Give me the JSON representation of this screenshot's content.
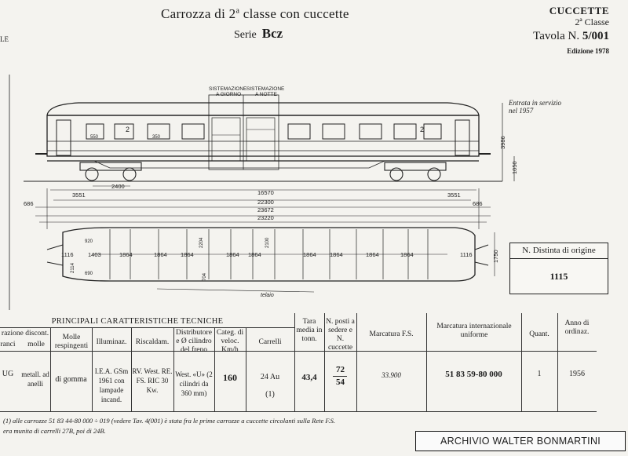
{
  "header": {
    "title_main": "Carrozza di 2",
    "title_sup": "a",
    "title_tail": " classe con cuccette",
    "serie_label": "Serie",
    "serie_code": "Bcz",
    "category": "CUCCETTE",
    "class_label": "2ª Classe",
    "tavola_label": "Tavola N.",
    "tavola_number": "5/001",
    "edizione": "Edizione 1978"
  },
  "left_edge_text": "LE",
  "drawing": {
    "sistemazione_giorno": [
      "SISTEMAZIONE",
      "A GIORNO"
    ],
    "sistemazione_notte": [
      "SISTEMAZIONE",
      "A NOTTE"
    ],
    "entrata": [
      "Entrata in servizio",
      "nel 1957"
    ],
    "class_marks": [
      "2",
      "2"
    ],
    "window_numbers": [
      "550",
      "350"
    ],
    "dims": {
      "bogie_dist": "2400",
      "overhang_left": "3551",
      "overhang_right": "3551",
      "pivot": "16570",
      "body": "22300",
      "buffers_a": "23672",
      "buffers_b": "23220",
      "end_left": "686",
      "end_right": "686",
      "height": "3986",
      "floor": "1050",
      "plan_width": "1750",
      "comp_widths": [
        "1864",
        "1864",
        "1864",
        "1864",
        "1864",
        "1864",
        "1864",
        "1864",
        "1864"
      ],
      "ends": [
        "1116",
        "1116"
      ],
      "side_left": [
        "1403",
        "920",
        "690",
        "2114"
      ],
      "inner": [
        "2204",
        "704",
        "2100"
      ]
    },
    "plan_label": "telaio"
  },
  "distinta": {
    "label": "N. Distinta di origine",
    "value": "1115"
  },
  "tech": {
    "title": "PRINCIPALI CARATTERISTICHE TECNICHE",
    "headers": {
      "sospensione_disc": "razione discont.",
      "franchi": "ranci",
      "molle": "molle",
      "respingenti": "Molle respingenti",
      "illuminaz": "Illuminaz.",
      "riscaldam": "Riscaldam.",
      "distributore": "Distributore e Ø cilindro del freno",
      "categ": "Categ. di veloc. Km/h",
      "carrelli": "Carrelli",
      "tara": "Tara media in tonn.",
      "posti": "N. posti a sedere e N. cuccette",
      "marcatura_fs": "Marcatura F.S.",
      "marcatura_int": "Marcatura internazionale uniforme",
      "quant": "Quant.",
      "anno": "Anno di ordinaz."
    },
    "values": {
      "franchi": "UG",
      "molle": "metall. ad anelli",
      "respingenti": "di gomma",
      "illuminaz": "I.E.A. GSm 1961 con lampade incand.",
      "riscaldam": "RV. West. RE. FS. RIC 30 Kw.",
      "distributore": "West. «U» (2 cilindri da 360 mm)",
      "categ": "160",
      "carrelli": "24 Au",
      "carrelli_note": "(1)",
      "tara": "43,4",
      "posti_sedere": "72",
      "posti_cuccette": "54",
      "marcatura_fs": "33.900",
      "marcatura_int": "51 83 59-80 000",
      "quant": "1",
      "anno": "1956"
    }
  },
  "footnote": [
    "(1) alle carrozze 51 83 44-80 000 ÷ 019 (vedere Tav. 4(001) è stata fra le prime carrozze a cuccette circolanti sulla Rete F.S.",
    "era munita di carrelli 27B, poi di 24B."
  ],
  "watermark": "ARCHIVIO WALTER BONMARTINI"
}
